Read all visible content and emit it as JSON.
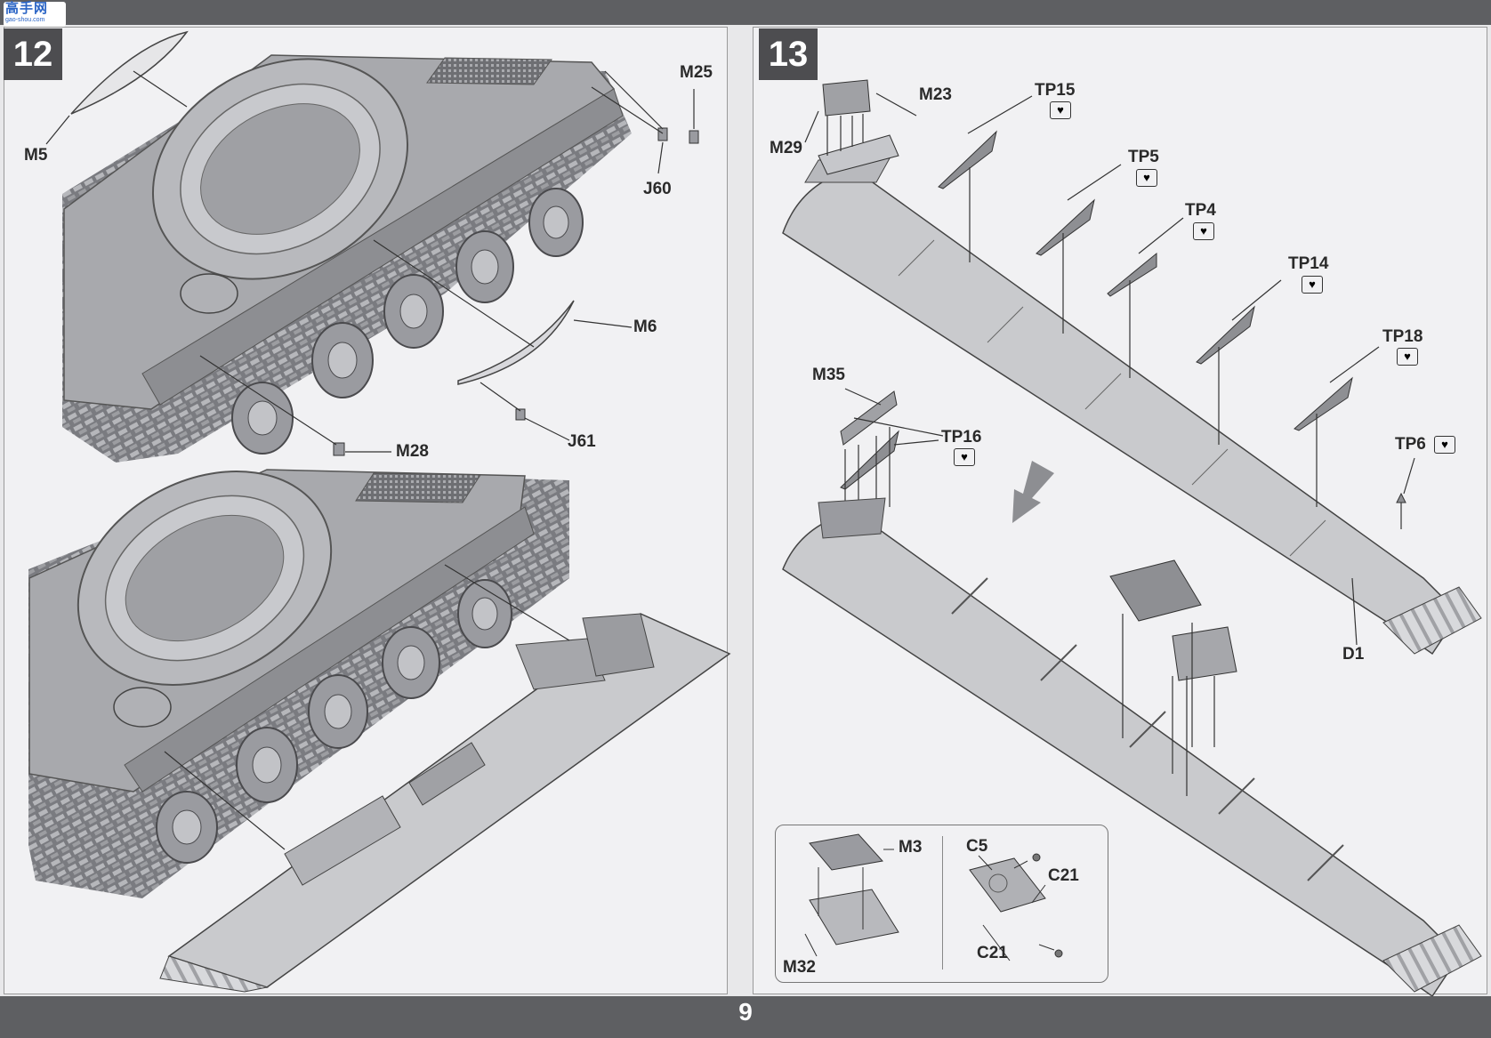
{
  "watermark": {
    "main": "高手网",
    "sub": "gao-shou.com"
  },
  "page": {
    "number": "9"
  },
  "steps": [
    {
      "number": "12",
      "labels": [
        "M25",
        "M5",
        "J60",
        "M6",
        "M28",
        "J61"
      ]
    },
    {
      "number": "13",
      "labels": [
        "M23",
        "TP15",
        "M29",
        "TP5",
        "TP4",
        "TP14",
        "TP18",
        "M35",
        "TP16",
        "TP6",
        "D1",
        "M3",
        "C5",
        "C21",
        "M32",
        "C21"
      ]
    }
  ],
  "icons": [
    "arrow-down-icon",
    "paint-callout-icon"
  ]
}
